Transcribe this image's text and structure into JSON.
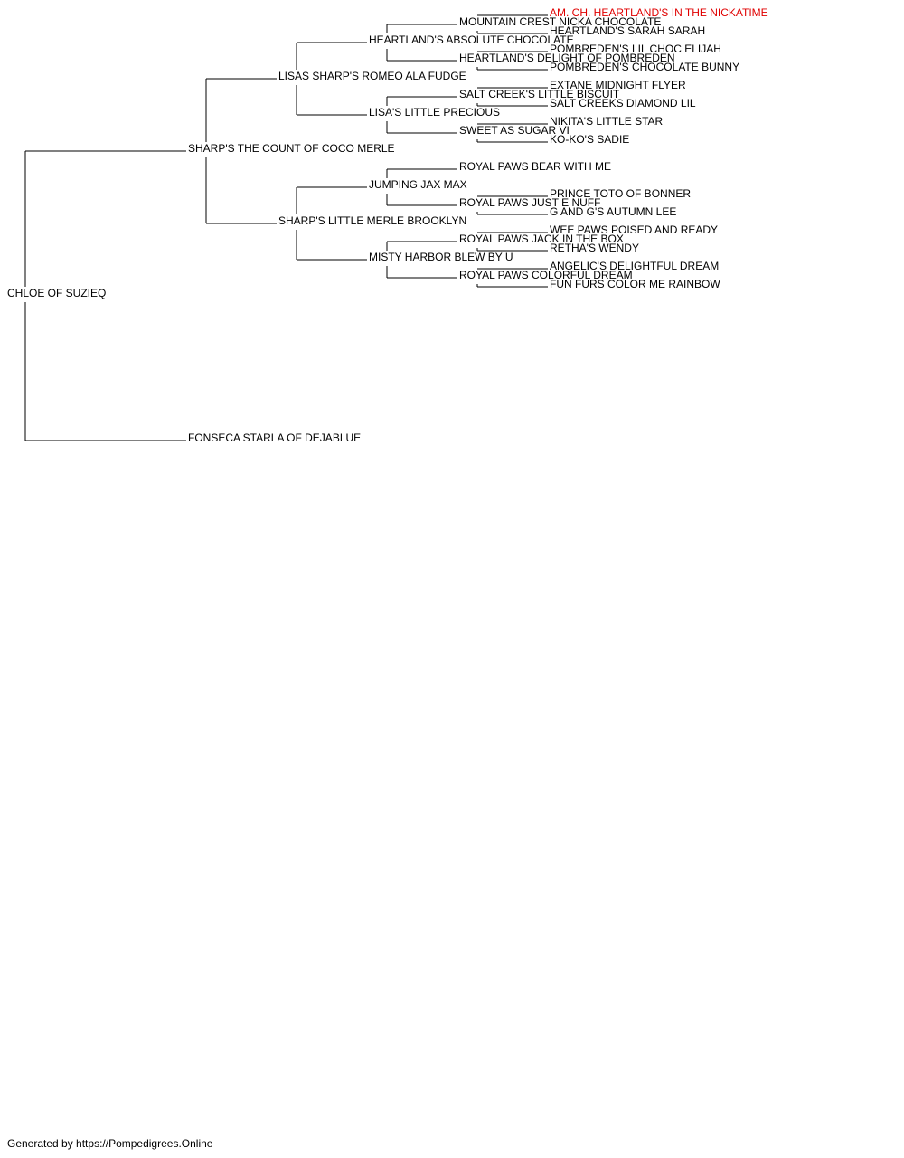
{
  "pedigree": {
    "subject": "CHLOE OF SUZIEQ",
    "sire": {
      "name": "SHARP'S THE COUNT OF COCO MERLE",
      "sire": {
        "name": "LISAS SHARP'S ROMEO ALA FUDGE",
        "sire": {
          "name": "HEARTLAND'S ABSOLUTE CHOCOLATE",
          "sire": {
            "name": "MOUNTAIN CREST NICKA CHOCOLATE",
            "sire": "AM. CH. HEARTLAND'S IN THE NICKATIME",
            "dam": "HEARTLAND'S SARAH SARAH"
          },
          "dam": {
            "name": "HEARTLAND'S DELIGHT OF POMBREDEN",
            "sire": "POMBREDEN'S LIL CHOC ELIJAH",
            "dam": "POMBREDEN'S CHOCOLATE BUNNY"
          }
        },
        "dam": {
          "name": "LISA'S LITTLE PRECIOUS",
          "sire": {
            "name": "SALT CREEK'S LITTLE BISCUIT",
            "sire": "EXTANE MIDNIGHT FLYER",
            "dam": "SALT CREEKS DIAMOND LIL"
          },
          "dam": {
            "name": "SWEET AS SUGAR VI",
            "sire": "NIKITA'S LITTLE STAR",
            "dam": "KO-KO'S SADIE"
          }
        }
      },
      "dam": {
        "name": "SHARP'S LITTLE MERLE BROOKLYN",
        "sire": {
          "name": "JUMPING JAX MAX",
          "sire": {
            "name": "ROYAL PAWS BEAR WITH ME"
          },
          "dam": {
            "name": "ROYAL PAWS JUST E NUFF",
            "sire": "PRINCE TOTO OF BONNER",
            "dam": "G AND G'S AUTUMN LEE"
          }
        },
        "dam": {
          "name": "MISTY HARBOR BLEW BY U",
          "sire": {
            "name": "ROYAL PAWS JACK IN THE BOX",
            "sire": "WEE PAWS POISED AND READY",
            "dam": "RETHA'S WENDY"
          },
          "dam": {
            "name": "ROYAL PAWS COLORFUL DREAM",
            "sire": "ANGELIC'S DELIGHTFUL DREAM",
            "dam": "FUN FURS COLOR ME RAINBOW"
          }
        }
      }
    },
    "dam": {
      "name": "FONSECA STARLA OF DEJABLUE"
    }
  },
  "highlighted": "AM. CH. HEARTLAND'S IN THE NICKATIME",
  "colors": {
    "line": "#000000",
    "text": "#000000",
    "highlight": "#e00000"
  },
  "footer": "Generated by https://Pompedigrees.Online"
}
